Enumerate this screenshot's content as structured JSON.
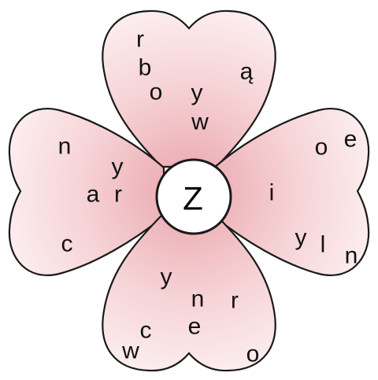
{
  "colors": {
    "petal_inner": "#e9a4ab",
    "petal_outer": "#fdf1f2",
    "outline": "#1a1a1a",
    "center_fill": "#ffffff"
  },
  "center": {
    "letter": "Z"
  },
  "petals": {
    "top": {
      "letters": [
        "r",
        "b",
        "o",
        "y",
        "ą",
        "w"
      ]
    },
    "left": {
      "letters": [
        "n",
        "y",
        "a",
        "r",
        "c"
      ]
    },
    "right": {
      "letters": [
        "o",
        "e",
        "i",
        "y",
        "l",
        "n"
      ]
    },
    "bottom": {
      "letters": [
        "y",
        "n",
        "r",
        "c",
        "e",
        "w",
        "o"
      ]
    }
  }
}
